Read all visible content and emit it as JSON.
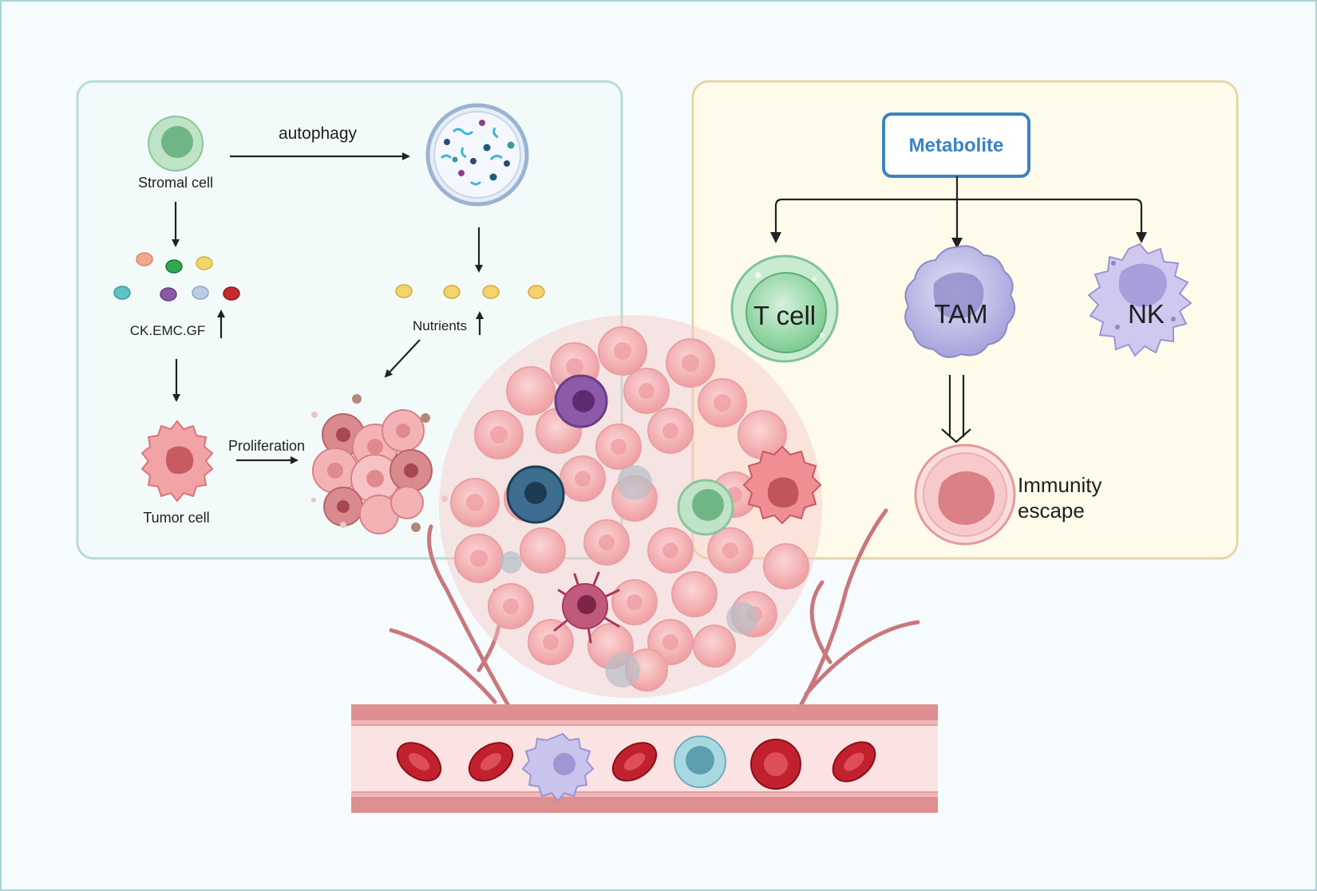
{
  "labels": {
    "stromal_cell": "Stromal cell",
    "autophagy": "autophagy",
    "ck_emc_gf": "CK.EMC.GF",
    "nutrients": "Nutrients",
    "tumor_cell": "Tumor cell",
    "proliferation": "Proliferation",
    "metabolite": "Metabolite",
    "t_cell": "T cell",
    "tam": "TAM",
    "nk": "NK",
    "immunity": "Immunity",
    "escape": "escape"
  },
  "colors": {
    "page_border": "#a9d3d6",
    "left_panel_fill": "#f3fbfa",
    "left_panel_stroke": "#b7dcd8",
    "right_panel_fill": "#fefbea",
    "right_panel_stroke": "#e4d7a6",
    "metabolite_stroke": "#3b82c4",
    "metabolite_text": "#3b82c4",
    "tumor_pink": "#f2a7a9",
    "tumor_dark": "#d9747b",
    "vessel": "#d97b7e",
    "rbc": "#c1212e",
    "t_cell": "#8fd4a0",
    "tam": "#b9b6e6",
    "nk": "#bfb6ea"
  }
}
